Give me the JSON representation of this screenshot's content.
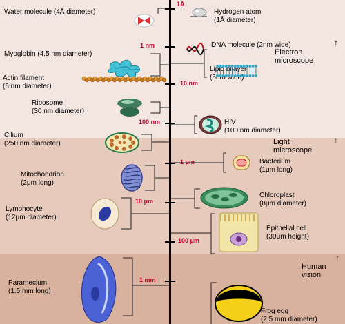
{
  "scale_marks": {
    "angstrom": "1Å",
    "nm1": "1 nm",
    "nm10": "10 nm",
    "nm100": "100 nm",
    "um1": "1 μm",
    "um10": "10 μm",
    "um100": "100 μm",
    "mm1": "1 mm"
  },
  "regions": {
    "electron": [
      "Electron",
      "microscope"
    ],
    "light": [
      "Light",
      "microscope"
    ],
    "eye": [
      "Human",
      "vision"
    ]
  },
  "items": {
    "water": [
      "Water molecule  (4Å diameter)"
    ],
    "hydrogen": [
      "Hydrogen atom",
      "(1Å diameter)"
    ],
    "dna": [
      "DNA molecule  (2nm wide)"
    ],
    "myoglobin": [
      "Myoglobin (4.5 nm diameter)"
    ],
    "lipid": [
      "Lipid bilayer",
      "(5nm wide)"
    ],
    "actin": [
      "Actin filament",
      "(6 nm diameter)"
    ],
    "ribosome": [
      "Ribosome",
      "(30 nm diameter)"
    ],
    "hiv": [
      "HIV",
      "(100 nm diameter)"
    ],
    "cilium": [
      "Cilium",
      "(250 nm diameter)"
    ],
    "bacterium": [
      "Bacterium",
      "(1μm long)"
    ],
    "mito": [
      "Mitochondrion",
      "(2μm long)"
    ],
    "chloro": [
      "Chloroplast",
      "(8μm diameter)"
    ],
    "lympho": [
      "Lymphocyte",
      "(12μm diameter)"
    ],
    "epi": [
      "Epithelial cell",
      "(30μm height)"
    ],
    "para": [
      "Paramecium",
      "(1.5 mm long)"
    ],
    "frog": [
      "Frog egg",
      "(2.5 mm diameter)"
    ]
  },
  "colors": {
    "scale_text": "#c0002a",
    "band_molecular": "#f3e6e0",
    "band_light": "#e6cabc",
    "band_eye": "#d8b29f"
  }
}
